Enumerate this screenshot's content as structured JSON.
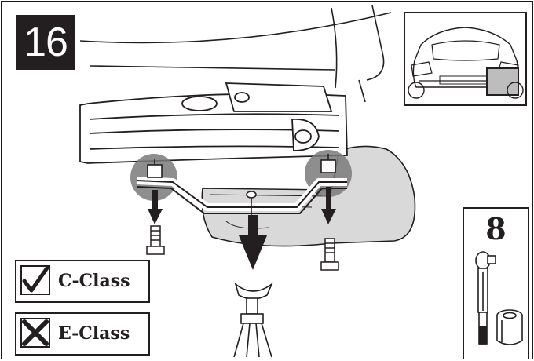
{
  "step": {
    "number": "16"
  },
  "tool": {
    "size": "8",
    "icon": "socket-wrench-icon"
  },
  "models": [
    {
      "label": "C-Class",
      "status": "applies",
      "icon": "checkmark-icon"
    },
    {
      "label": "E-Class",
      "status": "not-applicable",
      "icon": "cross-icon"
    }
  ],
  "colors": {
    "ink": "#231f20",
    "shade": "#7a7a7a",
    "tank": "#d9d9d9"
  }
}
